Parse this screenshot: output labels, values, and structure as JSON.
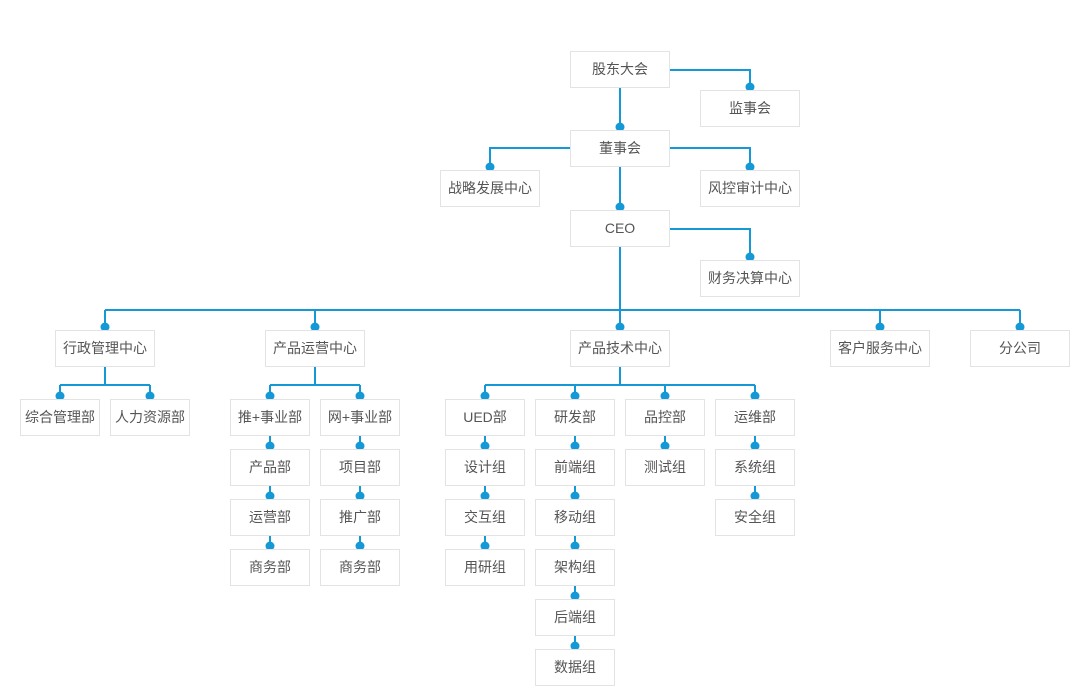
{
  "colors": {
    "accent": "#1499d6",
    "box_border": "#e3e3e3",
    "box_bg": "#ffffff",
    "text": "#555555",
    "background": "#ffffff"
  },
  "org_chart": {
    "type": "organization-tree",
    "nodes": [
      {
        "id": "shareholders-meeting",
        "label": "股东大会",
        "parent": null
      },
      {
        "id": "supervisory-board",
        "label": "监事会",
        "parent": "shareholders-meeting"
      },
      {
        "id": "board-of-directors",
        "label": "董事会",
        "parent": "shareholders-meeting"
      },
      {
        "id": "strategy-development-center",
        "label": "战略发展中心",
        "parent": "board-of-directors"
      },
      {
        "id": "risk-control-audit-center",
        "label": "风控审计中心",
        "parent": "board-of-directors"
      },
      {
        "id": "ceo",
        "label": "CEO",
        "parent": "board-of-directors"
      },
      {
        "id": "financial-settlement-center",
        "label": "财务决算中心",
        "parent": "ceo"
      },
      {
        "id": "administration-center",
        "label": "行政管理中心",
        "parent": "ceo"
      },
      {
        "id": "product-operation-center",
        "label": "产品运营中心",
        "parent": "ceo"
      },
      {
        "id": "product-technology-center",
        "label": "产品技术中心",
        "parent": "ceo"
      },
      {
        "id": "customer-service-center",
        "label": "客户服务中心",
        "parent": "ceo"
      },
      {
        "id": "branch-company",
        "label": "分公司",
        "parent": "ceo"
      },
      {
        "id": "general-management-dept",
        "label": "综合管理部",
        "parent": "administration-center"
      },
      {
        "id": "human-resources-dept",
        "label": "人力资源部",
        "parent": "administration-center"
      },
      {
        "id": "tui-plus-business-dept",
        "label": "推+事业部",
        "parent": "product-operation-center"
      },
      {
        "id": "wang-plus-business-dept",
        "label": "网+事业部",
        "parent": "product-operation-center"
      },
      {
        "id": "product-dept",
        "label": "产品部",
        "parent": "tui-plus-business-dept"
      },
      {
        "id": "project-dept",
        "label": "项目部",
        "parent": "wang-plus-business-dept"
      },
      {
        "id": "operation-dept",
        "label": "运营部",
        "parent": "tui-plus-business-dept"
      },
      {
        "id": "promotion-dept",
        "label": "推广部",
        "parent": "wang-plus-business-dept"
      },
      {
        "id": "business-dept-tui",
        "label": "商务部",
        "parent": "tui-plus-business-dept"
      },
      {
        "id": "business-dept-wang",
        "label": "商务部",
        "parent": "wang-plus-business-dept"
      },
      {
        "id": "ued-dept",
        "label": "UED部",
        "parent": "product-technology-center"
      },
      {
        "id": "rnd-dept",
        "label": "研发部",
        "parent": "product-technology-center"
      },
      {
        "id": "quality-control-dept",
        "label": "品控部",
        "parent": "product-technology-center"
      },
      {
        "id": "operations-maintenance-dept",
        "label": "运维部",
        "parent": "product-technology-center"
      },
      {
        "id": "design-group",
        "label": "设计组",
        "parent": "ued-dept"
      },
      {
        "id": "frontend-group",
        "label": "前端组",
        "parent": "rnd-dept"
      },
      {
        "id": "test-group",
        "label": "测试组",
        "parent": "quality-control-dept"
      },
      {
        "id": "system-group",
        "label": "系统组",
        "parent": "operations-maintenance-dept"
      },
      {
        "id": "interaction-group",
        "label": "交互组",
        "parent": "ued-dept"
      },
      {
        "id": "mobile-group",
        "label": "移动组",
        "parent": "rnd-dept"
      },
      {
        "id": "security-group",
        "label": "安全组",
        "parent": "operations-maintenance-dept"
      },
      {
        "id": "user-research-group",
        "label": "用研组",
        "parent": "ued-dept"
      },
      {
        "id": "architecture-group",
        "label": "架构组",
        "parent": "rnd-dept"
      },
      {
        "id": "backend-group",
        "label": "后端组",
        "parent": "rnd-dept"
      },
      {
        "id": "data-group",
        "label": "数据组",
        "parent": "rnd-dept"
      }
    ]
  }
}
